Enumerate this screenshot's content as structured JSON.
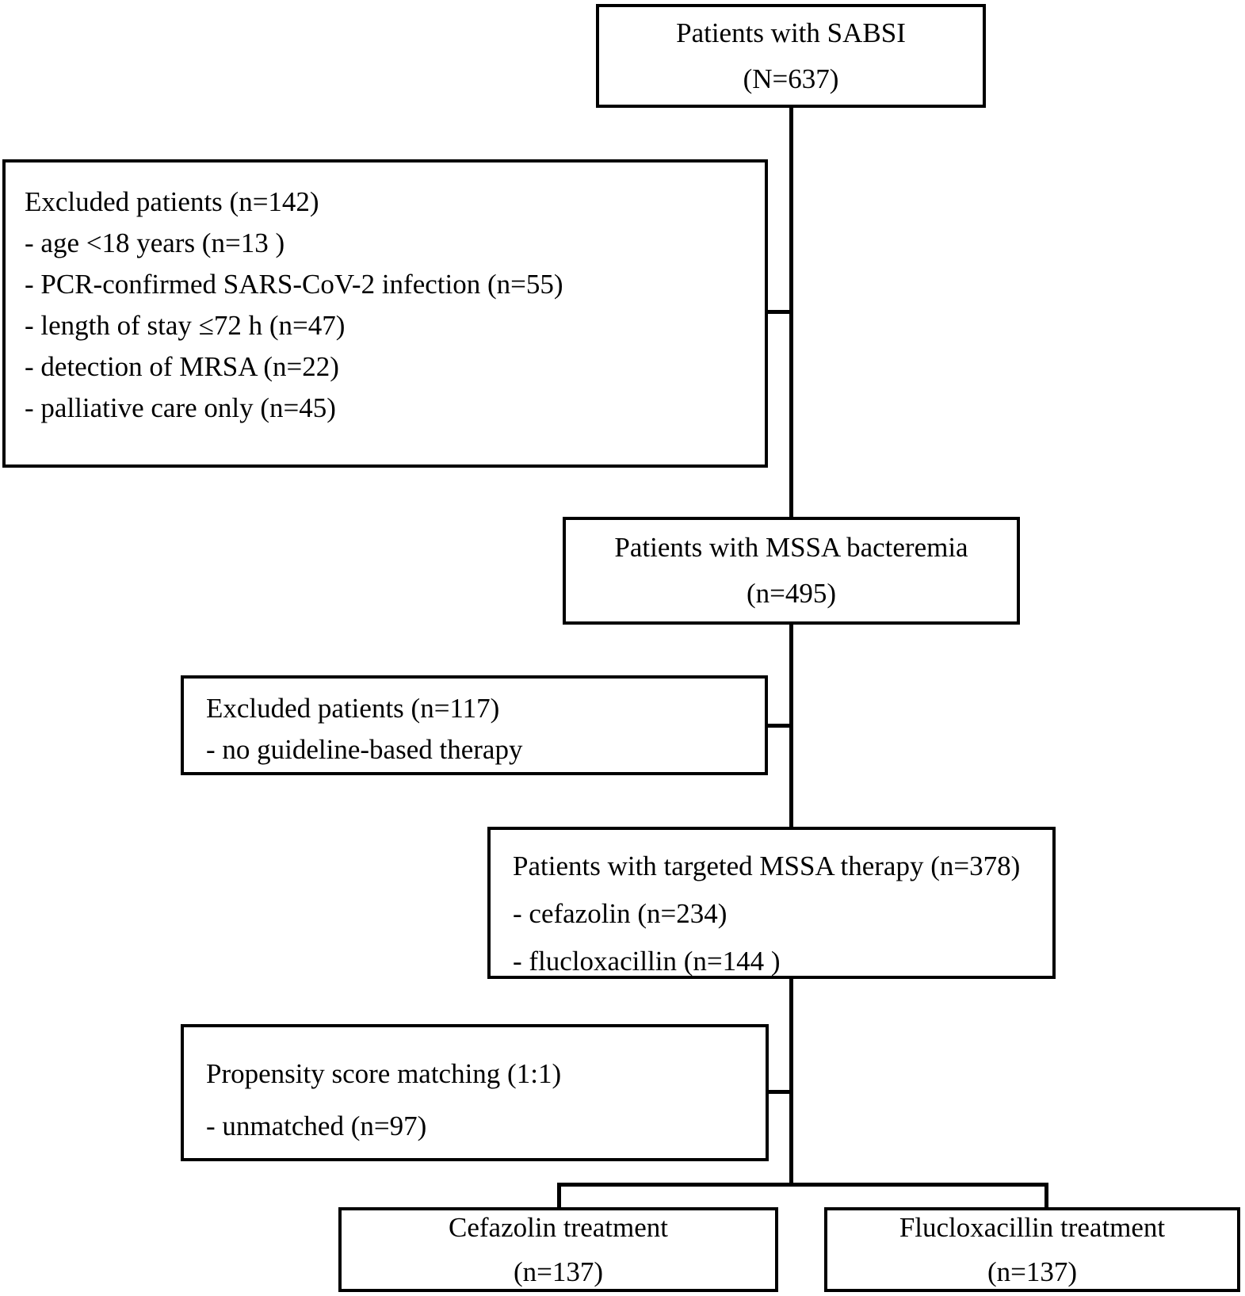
{
  "colors": {
    "ink": "#000000",
    "paper": "#ffffff"
  },
  "flowchart": {
    "top": {
      "line1": "Patients with SABSI",
      "line2": "(N=637)"
    },
    "excluded1": {
      "title": "Excluded patients (n=142)",
      "items": [
        "- age <18 years (n=13 )",
        "- PCR-confirmed SARS-CoV-2 infection (n=55)",
        "- length of stay ≤72 h (n=47)",
        "- detection of MRSA (n=22)",
        "- palliative care only (n=45)"
      ]
    },
    "mssa": {
      "line1": "Patients with MSSA bacteremia",
      "line2": "(n=495)"
    },
    "excluded2": {
      "title": "Excluded patients (n=117)",
      "items": [
        "- no guideline-based therapy"
      ]
    },
    "targeted": {
      "title": "Patients with targeted MSSA therapy (n=378)",
      "items": [
        "- cefazolin (n=234)",
        "- flucloxacillin (n=144 )"
      ]
    },
    "propensity": {
      "title": "Propensity score matching (1:1)",
      "items": [
        "- unmatched (n=97)"
      ]
    },
    "cefazolin": {
      "line1": "Cefazolin treatment",
      "line2": "(n=137)"
    },
    "flucloxacillin": {
      "line1": "Flucloxacillin treatment",
      "line2": "(n=137)"
    }
  }
}
